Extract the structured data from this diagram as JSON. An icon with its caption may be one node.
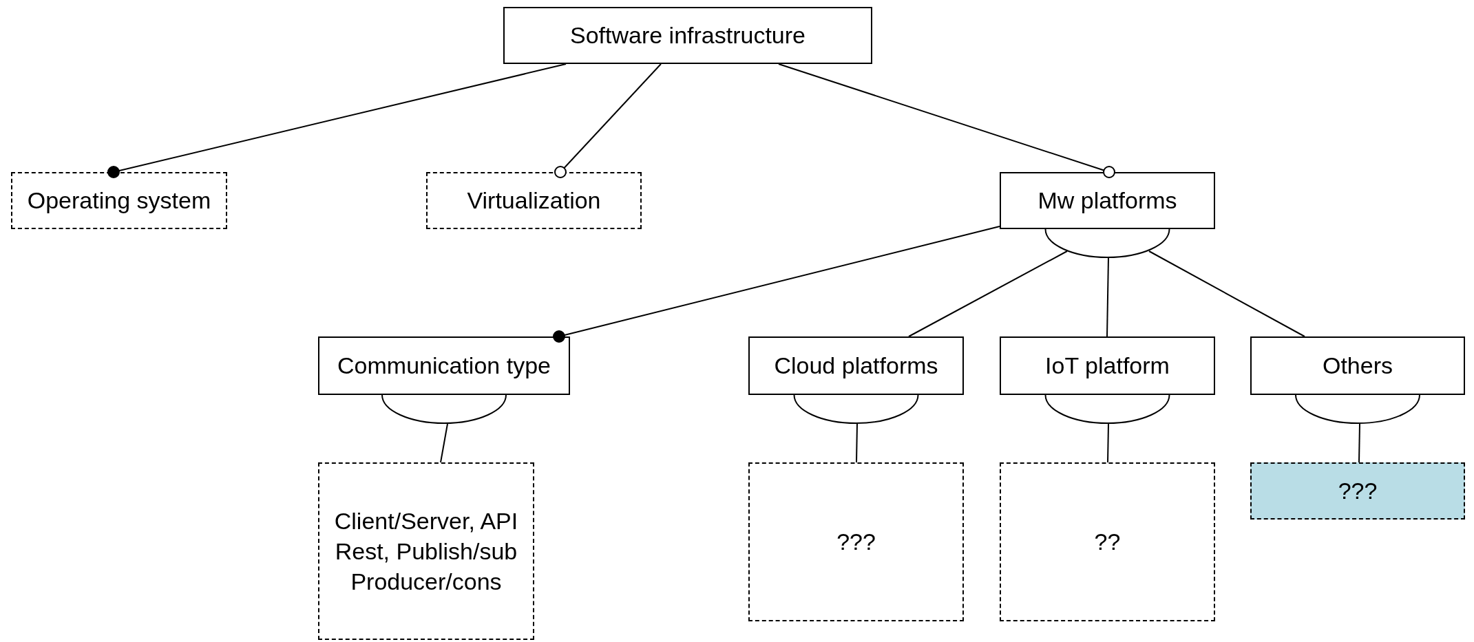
{
  "diagram": {
    "nodes": [
      {
        "text": [
          "Software infrastructure"
        ]
      },
      {
        "text": [
          "Operating system"
        ]
      },
      {
        "text": [
          "Virtualization"
        ]
      },
      {
        "text": [
          "Mw platforms"
        ]
      },
      {
        "text": [
          "Communication type"
        ]
      },
      {
        "text": [
          "Cloud platforms"
        ]
      },
      {
        "text": [
          "IoT platform"
        ]
      },
      {
        "text": [
          "Others"
        ]
      },
      {
        "text": [
          "Client/Server, API Rest, Publish/sub Producer/cons"
        ]
      },
      {
        "text": [
          "???"
        ]
      },
      {
        "text": [
          "??"
        ]
      },
      {
        "text": [
          "???"
        ]
      }
    ],
    "edges": [
      {
        "from": 0,
        "to": 1,
        "arrow": "other"
      },
      {
        "from": 0,
        "to": 2,
        "arrow": "other"
      },
      {
        "from": 0,
        "to": 3,
        "arrow": "other"
      },
      {
        "from": 3,
        "to": 4,
        "arrow": "other"
      },
      {
        "from": 3,
        "to": 5,
        "arrow": "none"
      },
      {
        "from": 3,
        "to": 6,
        "arrow": "none"
      },
      {
        "from": 3,
        "to": 7,
        "arrow": "none"
      },
      {
        "from": 4,
        "to": 8,
        "arrow": "none"
      },
      {
        "from": 5,
        "to": 9,
        "arrow": "none"
      },
      {
        "from": 6,
        "to": 10,
        "arrow": "none"
      },
      {
        "from": 7,
        "to": 11,
        "arrow": "none"
      }
    ]
  }
}
